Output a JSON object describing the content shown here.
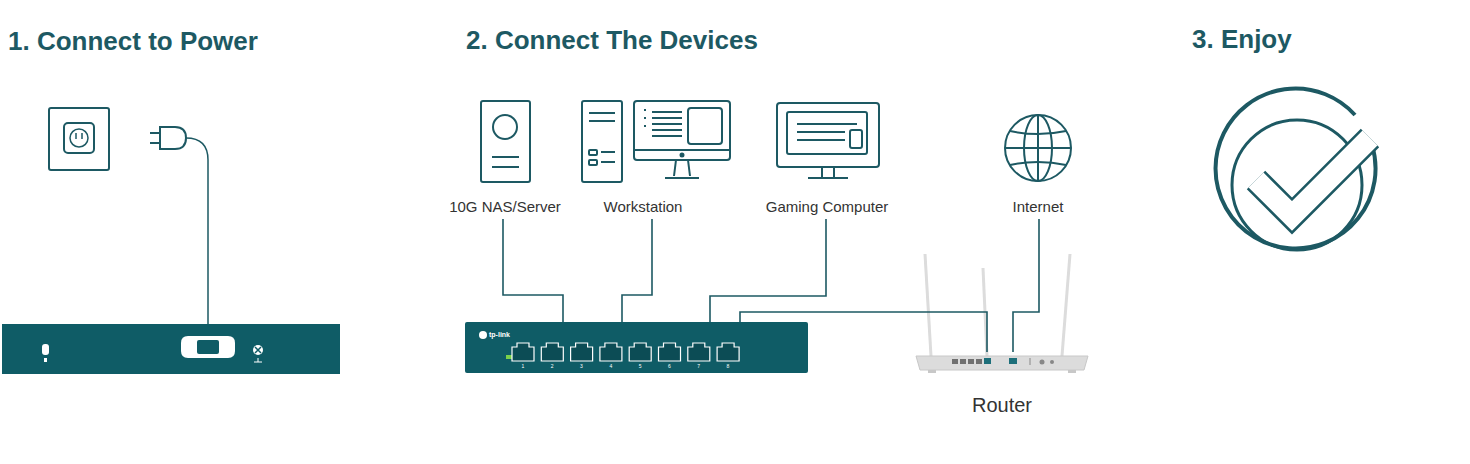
{
  "diagram": {
    "nodes": [
      {
        "text": [
          "10G NAS/Server"
        ]
      },
      {
        "text": [
          "Workstation"
        ]
      },
      {
        "text": [
          "Gaming Computer"
        ]
      },
      {
        "text": [
          "Internet"
        ]
      },
      {
        "text": [
          "tp-link",
          "1",
          "2",
          "3",
          "4",
          "5",
          "6",
          "7",
          "8"
        ]
      },
      {
        "text": [
          "Router"
        ]
      }
    ],
    "edges": [
      {
        "from": 0,
        "to": 4,
        "arrow": "none"
      },
      {
        "from": 1,
        "to": 4,
        "arrow": "none"
      },
      {
        "from": 2,
        "to": 4,
        "arrow": "none"
      },
      {
        "from": 4,
        "to": 5,
        "arrow": "none"
      },
      {
        "from": 3,
        "to": 5,
        "arrow": "none"
      }
    ],
    "labels": [
      "1. Connect to Power",
      "2. Connect The Devices",
      "3. Enjoy"
    ]
  }
}
